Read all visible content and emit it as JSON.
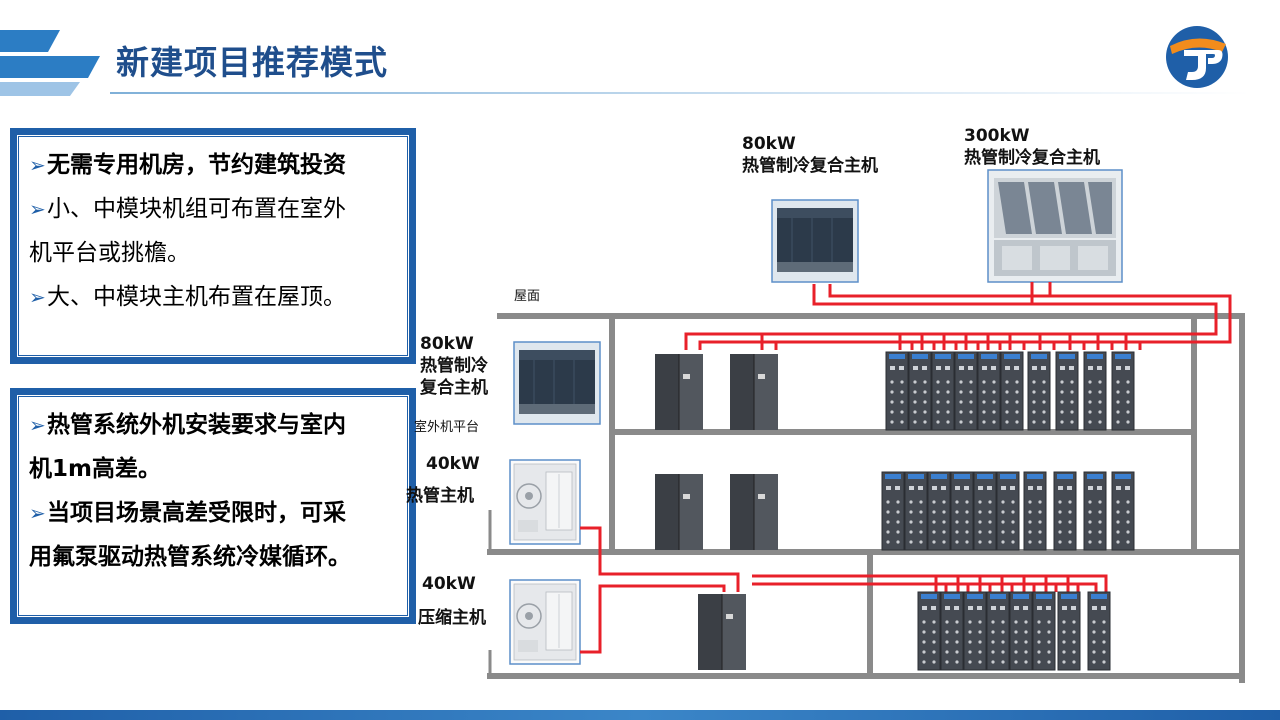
{
  "title": "新建项目推荐模式",
  "box1": {
    "lines": [
      {
        "text": "无需专用机房，节约建筑投资",
        "bold": true
      },
      {
        "text": "小、中模块机组可布置在室外",
        "bold": false
      },
      {
        "text": "机平台或挑檐。",
        "bold": false
      },
      {
        "text": "大、中模块主机布置在屋顶。",
        "bold": false
      }
    ]
  },
  "box2": {
    "lines": [
      {
        "text": "热管系统外机安装要求与室内",
        "bold": true
      },
      {
        "text": "机1m高差。",
        "bold": true
      },
      {
        "text": "当项目场景高差受限时，可采",
        "bold": true
      },
      {
        "text": "用氟泵驱动热管系统冷媒循环。",
        "bold": true
      }
    ]
  },
  "diagram": {
    "roof_unit_80": {
      "power": "80kW",
      "name": "热管制冷复合主机"
    },
    "roof_unit_300": {
      "power": "300kW",
      "name": "热管制冷复合主机"
    },
    "roof_label": "屋面",
    "platform_unit_80": {
      "power": "80kW",
      "name_line1": "热管制冷",
      "name_line2": "复合主机"
    },
    "platform_label": "室外机平台",
    "unit_40_heatpipe": {
      "power": "40kW",
      "name": "热管主机"
    },
    "unit_40_compressor": {
      "power": "40kW",
      "name": "压缩主机"
    }
  },
  "colors": {
    "accent": "#1f5fa8",
    "pipe": "#e8202a",
    "building": "#8a8a8a"
  }
}
